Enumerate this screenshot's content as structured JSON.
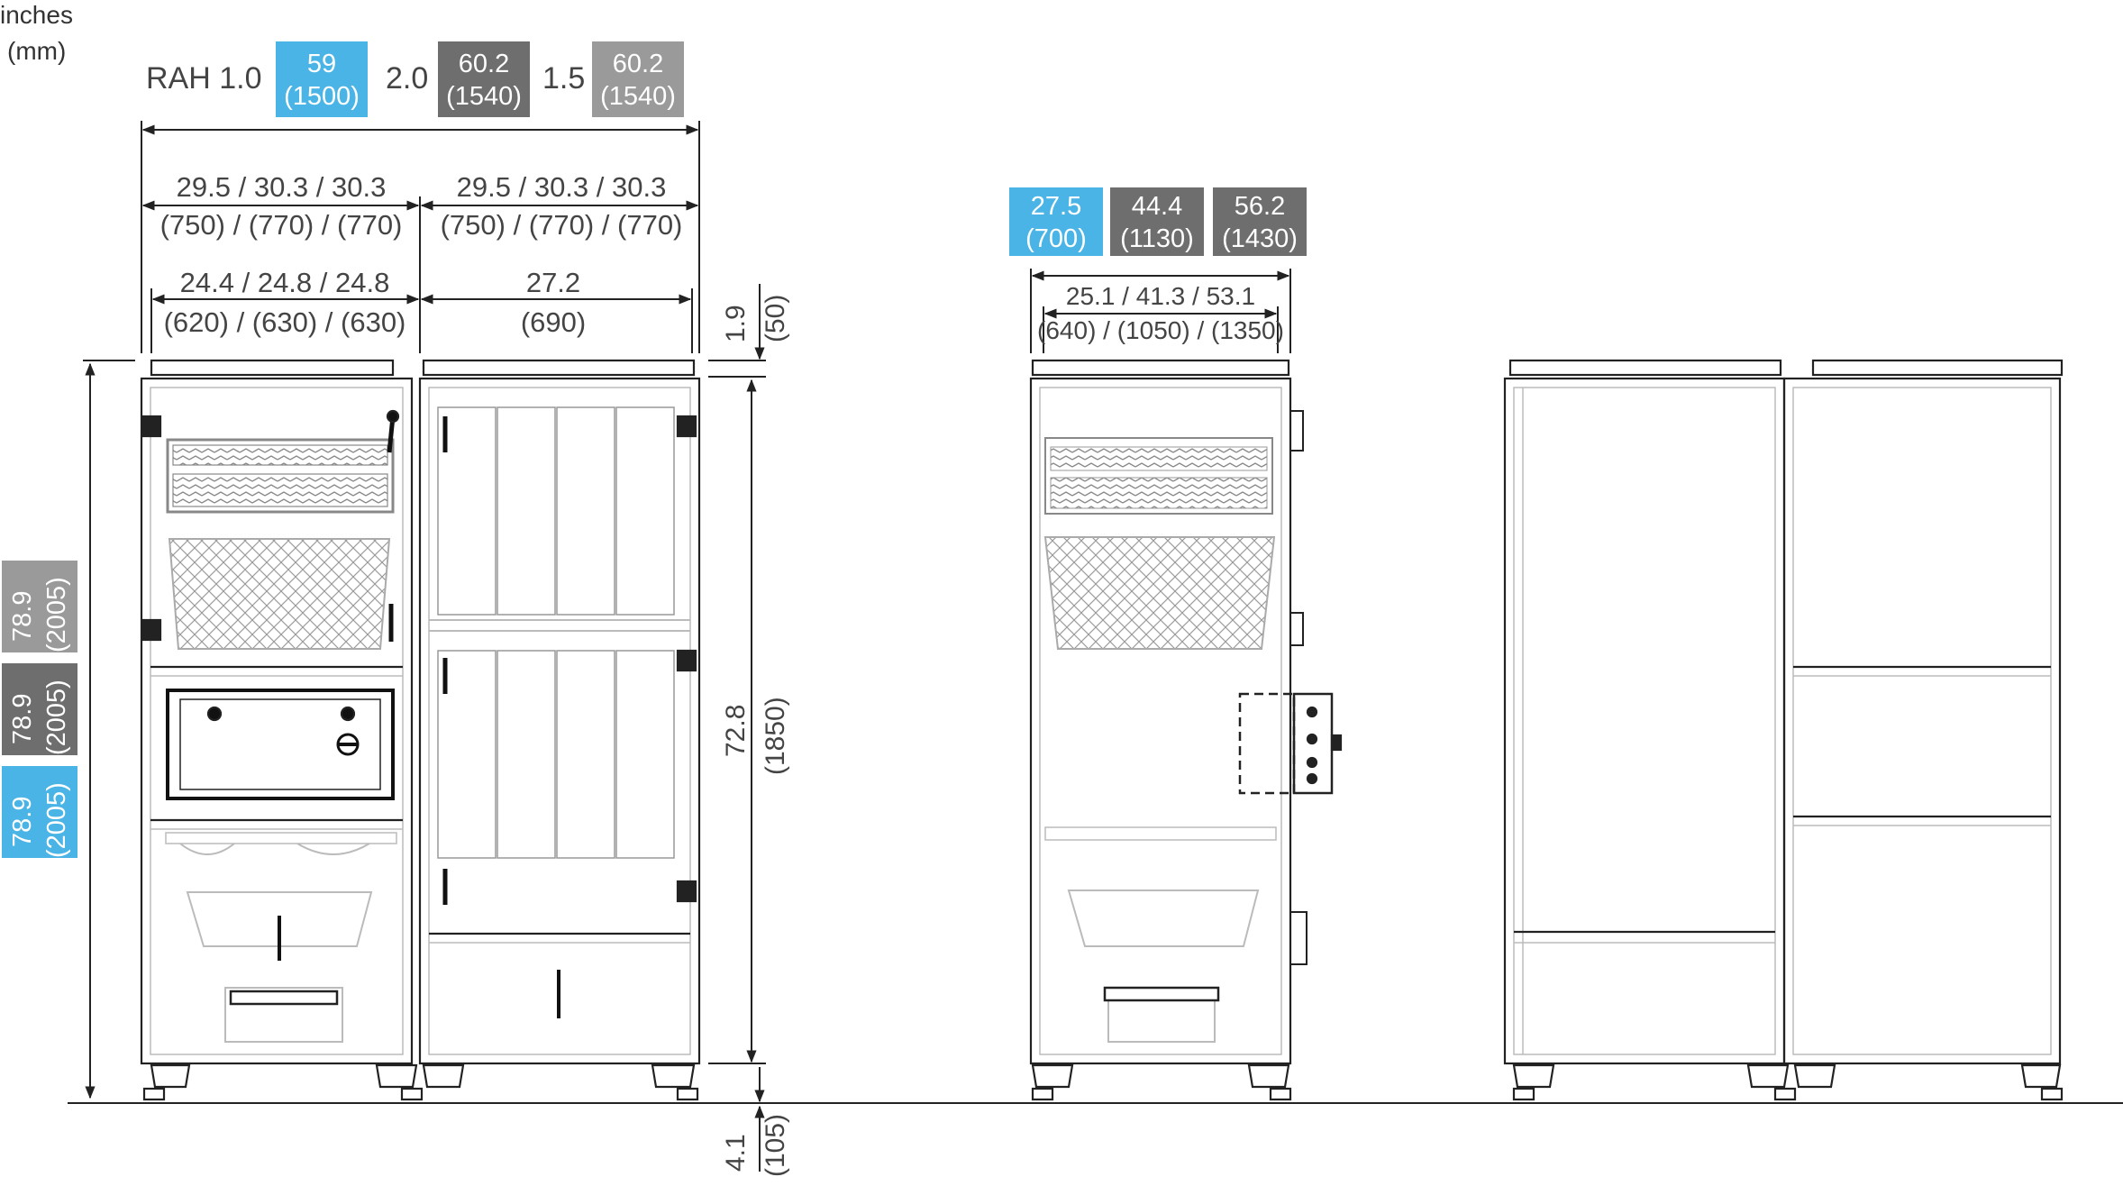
{
  "units": {
    "line1": "inches",
    "line2": "(mm)"
  },
  "model_header": {
    "prefix": "RAH 1.0",
    "m20_label": "2.0",
    "m15_label": "1.5",
    "badges": [
      {
        "in": "59",
        "mm": "(1500)",
        "color": "#4ab4e6"
      },
      {
        "in": "60.2",
        "mm": "(1540)",
        "color": "#6e6e6e"
      },
      {
        "in": "60.2",
        "mm": "(1540)",
        "color": "#9a9a9a"
      }
    ]
  },
  "front_dims": {
    "module_width_left": {
      "in": "29.5 / 30.3 / 30.3",
      "mm": "(750) / (770) / (770)"
    },
    "module_width_right": {
      "in": "29.5 / 30.3 / 30.3",
      "mm": "(750) / (770) / (770)"
    },
    "inner_left": {
      "in": "24.4 / 24.8 / 24.8",
      "mm": "(620) / (630) / (630)"
    },
    "inner_right": {
      "in": "27.2",
      "mm": "(690)"
    },
    "top_gap": {
      "in": "1.9",
      "mm": "(50)"
    },
    "body_height": {
      "in": "72.8",
      "mm": "(1850)"
    },
    "foot_height": {
      "in": "4.1",
      "mm": "(105)"
    }
  },
  "height_badges": [
    {
      "in": "78.9",
      "mm": "(2005)",
      "color": "#9a9a9a"
    },
    {
      "in": "78.9",
      "mm": "(2005)",
      "color": "#6e6e6e"
    },
    {
      "in": "78.9",
      "mm": "(2005)",
      "color": "#4ab4e6"
    }
  ],
  "side_view": {
    "badges": [
      {
        "in": "27.5",
        "mm": "(700)",
        "color": "#4ab4e6"
      },
      {
        "in": "44.4",
        "mm": "(1130)",
        "color": "#6e6e6e"
      },
      {
        "in": "56.2",
        "mm": "(1430)",
        "color": "#9a9a9a"
      }
    ],
    "depth": {
      "in": "25.1 / 41.3 / 53.1",
      "mm": "(640) / (1050) / (1350)"
    }
  },
  "colors": {
    "line": "#222222",
    "light_line": "#b5b5b5",
    "blue": "#4ab4e6",
    "dark_gray": "#6e6e6e",
    "light_gray": "#9a9a9a"
  }
}
